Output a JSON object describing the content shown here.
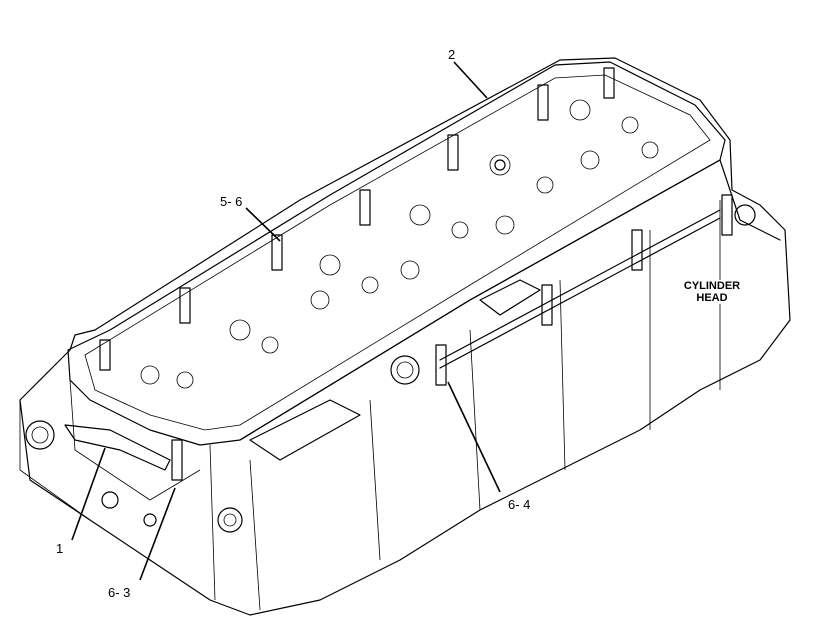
{
  "callouts": {
    "c1": "1",
    "c2": "2",
    "c56": "5- 6",
    "c63": "6- 3",
    "c64": "6- 4"
  },
  "component_label": {
    "line1": "CYLINDER",
    "line2": "HEAD"
  },
  "icons": {
    "drawing": "cylinder-head-exploded-view"
  }
}
